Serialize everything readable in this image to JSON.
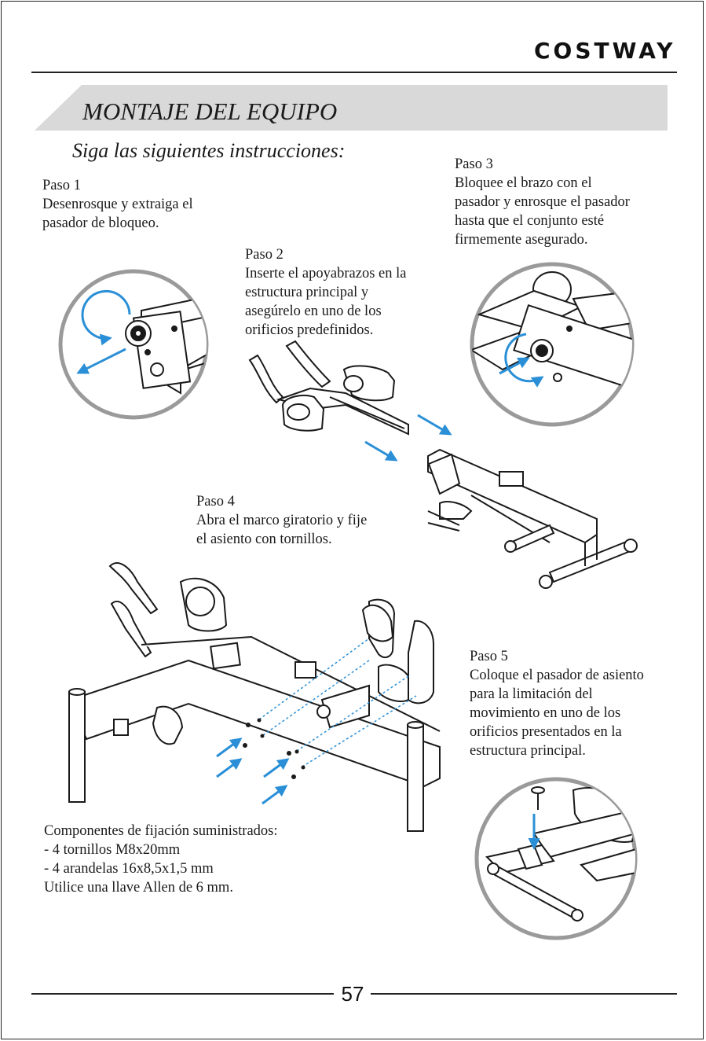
{
  "brand": "COSTWAY",
  "section_title": "MONTAJE DEL EQUIPO",
  "subtitle": "Siga las siguientes instrucciones:",
  "steps": [
    {
      "title": "Paso 1",
      "lines": [
        "Desenrosque y extraiga el",
        "pasador de bloqueo."
      ]
    },
    {
      "title": "Paso 2",
      "lines": [
        "Inserte el apoyabrazos en la",
        "estructura principal y",
        "asegúrelo en uno de los",
        "orificios predefinidos."
      ]
    },
    {
      "title": "Paso 3",
      "lines": [
        "Bloquee el brazo con el",
        "pasador y enrosque el pasador",
        "hasta que el conjunto esté",
        "firmemente asegurado."
      ]
    },
    {
      "title": "Paso 4",
      "lines": [
        "Abra el marco giratorio y fije",
        "el asiento con tornillos."
      ]
    },
    {
      "title": "Paso 5",
      "lines": [
        "Coloque el pasador de asiento",
        "para la limitación del",
        "movimiento en uno de los",
        "orificios presentados en la",
        "estructura principal."
      ]
    }
  ],
  "hardware": {
    "heading": "Componentes de fijación suministrados:",
    "items": [
      "- 4 tornillos M8x20mm",
      "- 4 arandelas 16x8,5x1,5 mm"
    ],
    "note": "Utilice una llave Allen de 6 mm."
  },
  "page_number": "57",
  "colors": {
    "accent_arrow": "#2a8fd6",
    "band_gray": "#d9d9d9",
    "circle_gray": "#9a9a9a",
    "line": "#1a1a1a"
  }
}
